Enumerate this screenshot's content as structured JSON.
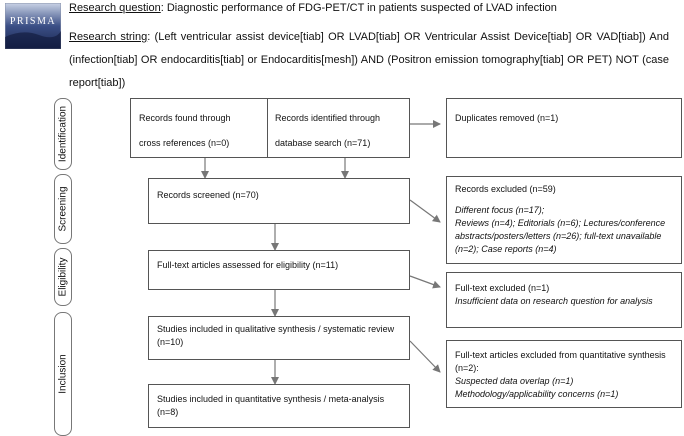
{
  "logo": {
    "text": "PRISMA"
  },
  "header": {
    "question_label": "Research question",
    "question_text": ": Diagnostic performance of FDG-PET/CT in patients suspected of LVAD infection",
    "string_label": "Research string",
    "string_text": ": (Left ventricular assist device[tiab] OR LVAD[tiab] OR Ventricular Assist Device[tiab] OR VAD[tiab]) And (infection[tiab] OR endocarditis[tiab] or Endocarditis[mesh]) AND (Positron emission tomography[tiab] OR PET) NOT (case report[tiab])"
  },
  "stages": [
    "Identification",
    "Screening",
    "Eligibility",
    "Inclusion"
  ],
  "boxes": {
    "cross_ref_l1": "Records found through",
    "cross_ref_l2": "cross references (n=0)",
    "db_l1": "Records identified through",
    "db_l2": "database search (n=71)",
    "duplicates": "Duplicates removed (n=1)",
    "screened": "Records screened (n=70)",
    "excluded_title": "Records excluded (n=59)",
    "excluded_l1": "Different focus (n=17);",
    "excluded_l2": "Reviews (n=4); Editorials (n=6); Lectures/conference abstracts/posters/letters (n=26); full-text unavailable (n=2); Case reports (n=4)",
    "fulltext": "Full-text articles assessed for eligibility (n=11)",
    "ft_excluded_title": "Full-text excluded (n=1)",
    "ft_excluded_reason": "Insufficient data on research question for analysis",
    "qualitative": "Studies included in qualitative synthesis / systematic review (n=10)",
    "quant_excluded_title": "Full-text articles excluded from quantitative synthesis (n=2):",
    "quant_excluded_l1": "Suspected data overlap (n=1)",
    "quant_excluded_l2": "Methodology/applicability concerns (n=1)",
    "quantitative": "Studies included in quantitative synthesis / meta-analysis (n=8)"
  },
  "colors": {
    "arrow": "#777777",
    "border": "#555555"
  }
}
